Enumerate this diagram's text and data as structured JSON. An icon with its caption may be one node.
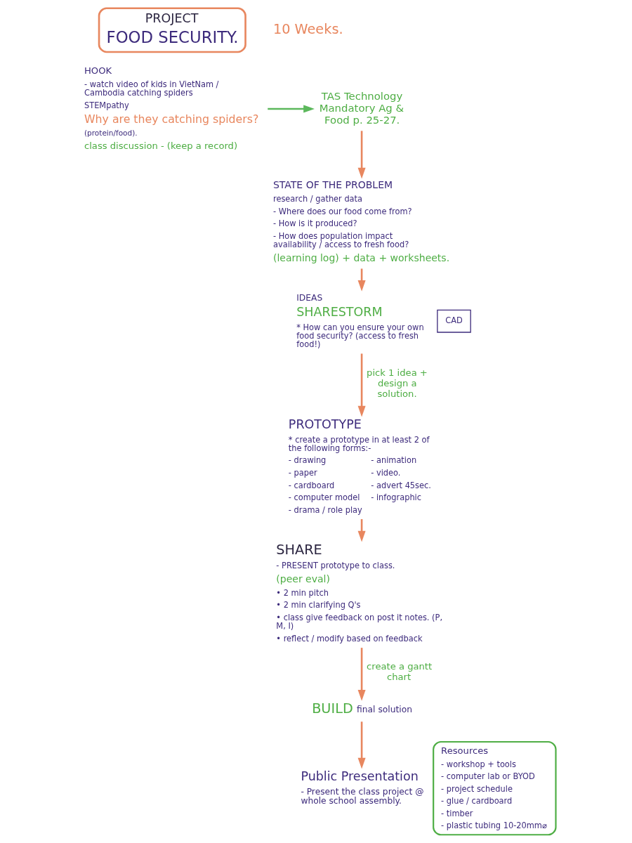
{
  "diagram": {
    "nodes": [
      {
        "text": [
          "PROJECT",
          "FOOD SECURITY."
        ]
      },
      {
        "text": [
          "HOOK",
          "- watch video of kids in VietNam / Cambodia catching spiders",
          "STEMpathy",
          "Why are they catching spiders?",
          "(protein/food).",
          "class discussion - (keep a record)"
        ]
      },
      {
        "text": [
          "TAS Technology Mandatory Ag & Food p. 25-27."
        ]
      },
      {
        "text": [
          "STATE OF THE PROBLEM",
          "research / gather data",
          "- Where does our food come from?",
          "- How is it produced?",
          "- How does population impact availability / access to fresh food?",
          "(learning log) + data + worksheets."
        ]
      },
      {
        "text": [
          "IDEAS",
          "SHARESTORM",
          "* How can you ensure your own food security? (access to fresh food!)"
        ]
      },
      {
        "text": [
          "CAD"
        ]
      },
      {
        "text": [
          "PROTOTYPE",
          "* create a prototype in at least 2 of the following forms:-",
          "- drawing",
          "- paper",
          "- cardboard",
          "- computer model",
          "- drama / role play",
          "- animation",
          "- video.",
          "- advert 45sec.",
          "- infographic"
        ]
      },
      {
        "text": [
          "BUILD",
          "final solution"
        ]
      },
      {
        "text": [
          "SHARE",
          "- PRESENT prototype to class.",
          "(peer eval)",
          "• 2 min pitch",
          "• 2 min clarifying Q's",
          "• class give feedback on post it notes. (P, M, I)",
          "• reflect / modify based on feedback"
        ]
      },
      {
        "text": [
          "Public Presentation",
          "- Present the class project @ whole school assembly."
        ]
      },
      {
        "text": [
          "Resources",
          "- workshop + tools",
          "- computer lab or BYOD",
          "- project schedule",
          "- glue / cardboard",
          "- timber",
          "- plastic tubing 10-20mm⌀"
        ]
      }
    ],
    "edges": [
      {
        "from": 1,
        "to": 2,
        "arrow": "to",
        "color": "#5cb85c"
      },
      {
        "from": 2,
        "to": 3,
        "arrow": "to"
      },
      {
        "from": 3,
        "to": 4,
        "arrow": "to"
      },
      {
        "from": 4,
        "to": 6,
        "arrow": "to",
        "label": "pick 1 idea + design a solution."
      },
      {
        "from": 6,
        "to": 8,
        "arrow": "to"
      },
      {
        "from": 8,
        "to": 7,
        "arrow": "to",
        "label": "create a gantt chart"
      },
      {
        "from": 7,
        "to": 9,
        "arrow": "to"
      }
    ],
    "labels": [
      "10 Weeks."
    ]
  }
}
